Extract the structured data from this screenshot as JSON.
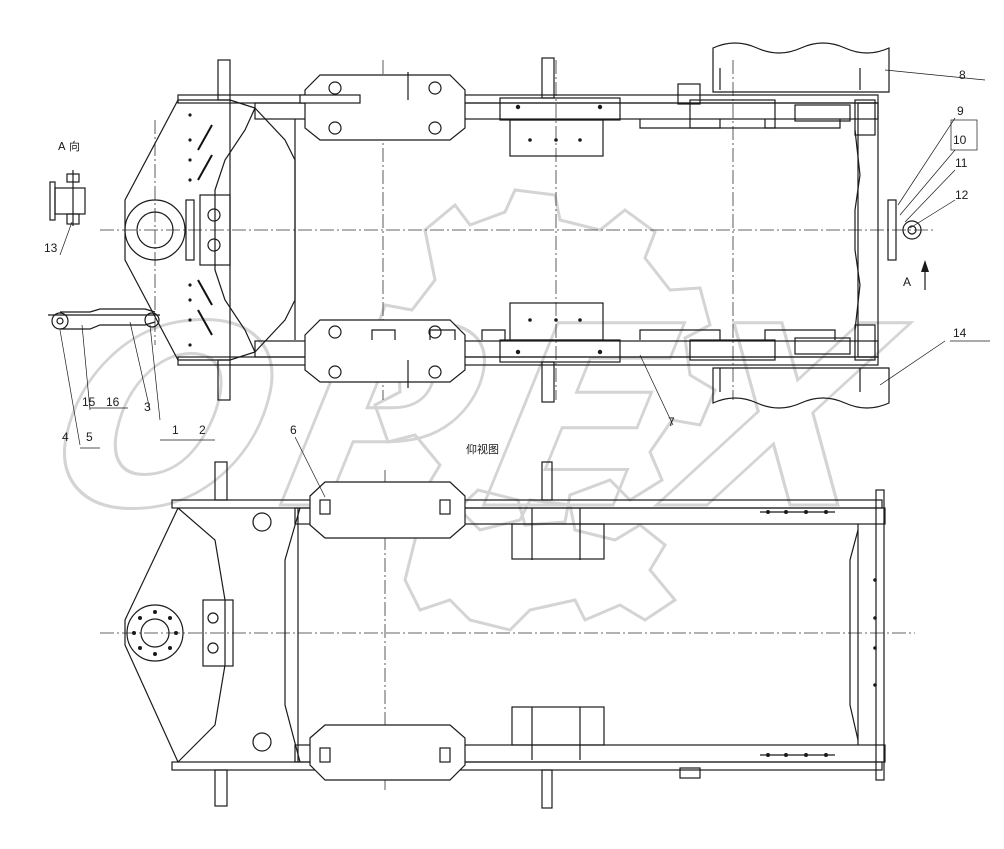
{
  "view_labels": {
    "direction_a_caption": "A 向",
    "arrow_a": "A",
    "bottom_view_caption": "仰视图"
  },
  "callouts": [
    {
      "id": "c1",
      "text": "1"
    },
    {
      "id": "c2",
      "text": "2"
    },
    {
      "id": "c3",
      "text": "3"
    },
    {
      "id": "c4",
      "text": "4"
    },
    {
      "id": "c5",
      "text": "5"
    },
    {
      "id": "c6",
      "text": "6"
    },
    {
      "id": "c7",
      "text": "7"
    },
    {
      "id": "c8",
      "text": "8"
    },
    {
      "id": "c9",
      "text": "9"
    },
    {
      "id": "c10",
      "text": "10"
    },
    {
      "id": "c11",
      "text": "11"
    },
    {
      "id": "c12",
      "text": "12"
    },
    {
      "id": "c13",
      "text": "13"
    },
    {
      "id": "c14",
      "text": "14"
    },
    {
      "id": "c15",
      "text": "15"
    },
    {
      "id": "c16",
      "text": "16"
    }
  ],
  "watermark": {
    "text": "OPEX",
    "color": "#d4d4d4"
  },
  "colors": {
    "line": "#1a1a1a",
    "background": "#ffffff"
  }
}
